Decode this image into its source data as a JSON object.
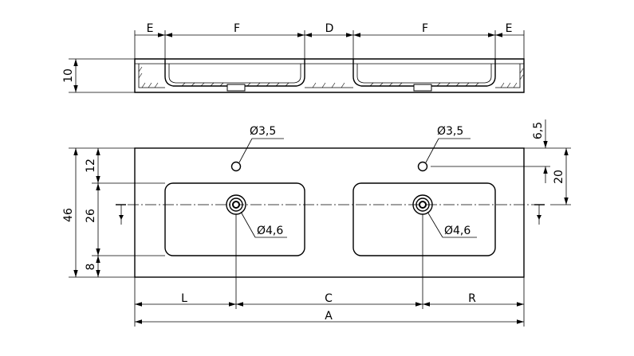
{
  "side_view": {
    "labels": {
      "e_left": "E",
      "f_left": "F",
      "d": "D",
      "f_right": "F",
      "e_right": "E",
      "height": "10"
    }
  },
  "top_view": {
    "tap_hole_left": "Ø3,5",
    "tap_hole_right": "Ø3,5",
    "drain_left": "Ø4,6",
    "drain_right": "Ø4,6",
    "dim_12": "12",
    "dim_26": "26",
    "dim_8": "8",
    "dim_46": "46",
    "dim_6_5": "6,5",
    "dim_20": "20",
    "dim_l": "L",
    "dim_c": "C",
    "dim_r": "R",
    "dim_a": "A"
  }
}
